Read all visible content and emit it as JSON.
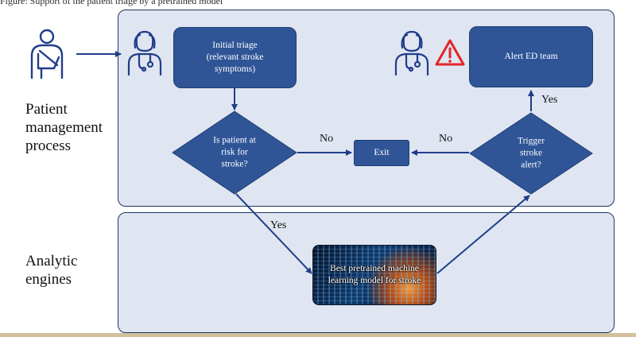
{
  "caption": "Figure: Support of the patient triage by a pretrained model",
  "side_labels": {
    "patient": [
      "Patient",
      "management",
      "process"
    ],
    "analytic": [
      "Analytic",
      "engines"
    ]
  },
  "nodes": {
    "initial_triage": [
      "Initial triage",
      "(relevant stroke",
      "symptoms)"
    ],
    "alert_ed": "Alert ED team",
    "exit": "Exit",
    "ml_model": [
      "Best pretrained machine",
      "learning model for stroke"
    ]
  },
  "decisions": {
    "at_risk": [
      "Is patient at",
      "risk for",
      "stroke?"
    ],
    "trigger": [
      "Trigger",
      "stroke",
      "alert?"
    ]
  },
  "edge_labels": {
    "no_left": "No",
    "no_right": "No",
    "yes_up": "Yes",
    "yes_down": "Yes"
  },
  "icons": [
    "patient-arm-sling-icon",
    "clinician-icon",
    "clinician-icon",
    "warning-triangle-icon"
  ],
  "colors": {
    "node_fill": "#2f5597",
    "panel_fill": "#dfe5f1",
    "panel_border": "#1f3864",
    "arrow": "#1f3d8a",
    "warning": "#e0262a"
  }
}
